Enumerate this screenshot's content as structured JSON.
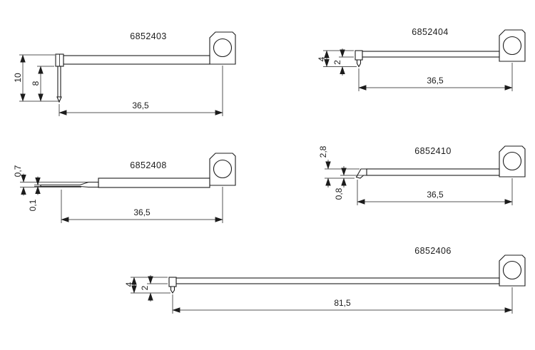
{
  "drawing": {
    "background_color": "#ffffff",
    "line_color": "#1c1c1c",
    "kind": "technical-drawing-stylus-arms"
  },
  "parts": [
    {
      "part_number": "6852403",
      "dims": {
        "a": "10",
        "b": "8",
        "length": "36,5"
      }
    },
    {
      "part_number": "6852404",
      "dims": {
        "a": "4",
        "b": "2",
        "length": "36,5"
      }
    },
    {
      "part_number": "6852408",
      "dims": {
        "a": "0,7",
        "b": "0,1",
        "length": "36,5"
      }
    },
    {
      "part_number": "6852410",
      "dims": {
        "a": "2,8",
        "b": "0,8",
        "length": "36,5"
      }
    },
    {
      "part_number": "6852406",
      "dims": {
        "a": "4",
        "b": "2",
        "length": "81,5"
      }
    }
  ]
}
